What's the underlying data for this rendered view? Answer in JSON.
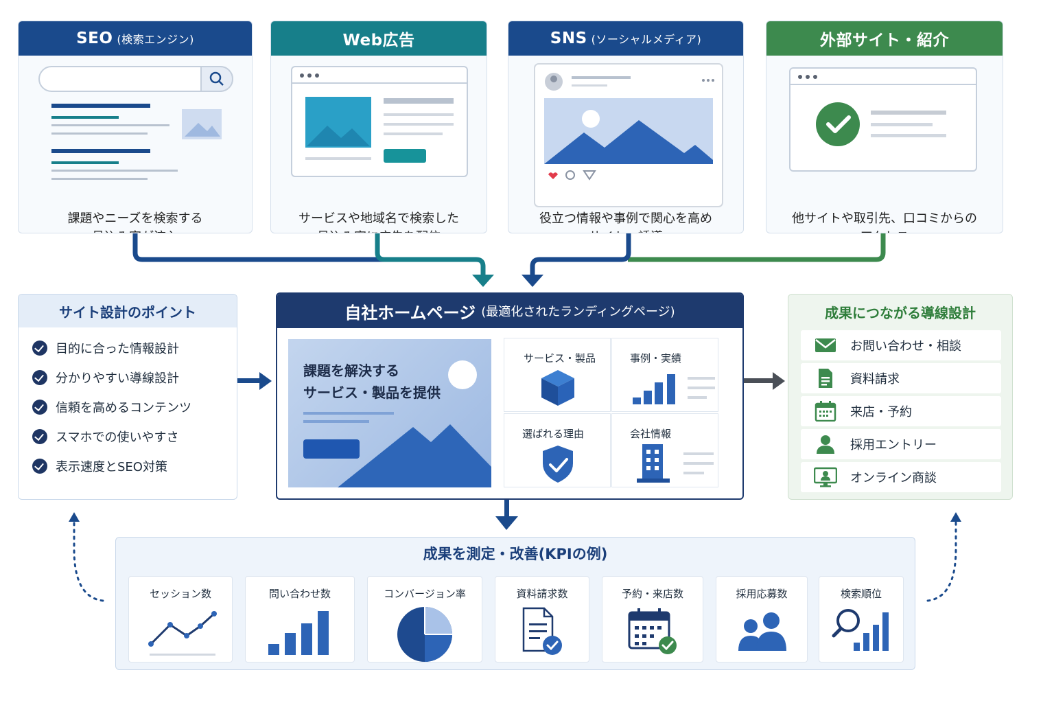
{
  "colors": {
    "seo": "#1a4a8c",
    "web_ad": "#177f8a",
    "sns": "#1a4a8c",
    "external": "#3d8a4e",
    "navy": "#1e3a6e",
    "green": "#2e7d3a"
  },
  "sources": [
    {
      "title": "SEO",
      "subtitle": "(検索エンジン)",
      "desc_line1": "課題やニーズを検索する",
      "desc_line2": "見込み客が流入",
      "icon": "search-results-illustration"
    },
    {
      "title": "Web広告",
      "subtitle": "",
      "desc_line1": "サービスや地域名で検索した",
      "desc_line2": "見込み客に広告を配信",
      "icon": "browser-ad-illustration"
    },
    {
      "title": "SNS",
      "subtitle": "(ソーシャルメディア)",
      "desc_line1": "役立つ情報や事例で関心を高め",
      "desc_line2": "サイトへ誘導",
      "icon": "social-post-illustration"
    },
    {
      "title": "外部サイト・紹介",
      "subtitle": "",
      "desc_line1": "他サイトや取引先、口コミからの",
      "desc_line2": "アクセス",
      "icon": "verified-site-illustration"
    }
  ],
  "site_points": {
    "title": "サイト設計のポイント",
    "items": [
      "目的に合った情報設計",
      "分かりやすい導線設計",
      "信頼を高めるコンテンツ",
      "スマホでの使いやすさ",
      "表示速度とSEO対策"
    ]
  },
  "homepage": {
    "title": "自社ホームページ",
    "subtitle": "(最適化されたランディングページ)",
    "hero_line1": "課題を解決する",
    "hero_line2": "サービス・製品を提供",
    "cells": [
      {
        "label": "サービス・製品",
        "icon": "cube-icon"
      },
      {
        "label": "事例・実績",
        "icon": "bar-chart-icon"
      },
      {
        "label": "選ばれる理由",
        "icon": "shield-check-icon"
      },
      {
        "label": "会社情報",
        "icon": "building-icon"
      }
    ]
  },
  "outcomes": {
    "title": "成果につながる導線設計",
    "items": [
      {
        "label": "お問い合わせ・相談",
        "icon": "mail-icon"
      },
      {
        "label": "資料請求",
        "icon": "document-icon"
      },
      {
        "label": "来店・予約",
        "icon": "calendar-icon"
      },
      {
        "label": "採用エントリー",
        "icon": "person-icon"
      },
      {
        "label": "オンライン商談",
        "icon": "monitor-person-icon"
      }
    ]
  },
  "kpi": {
    "title": "成果を測定・改善(KPIの例)",
    "items": [
      {
        "label": "セッション数",
        "icon": "line-chart-icon"
      },
      {
        "label": "問い合わせ数",
        "icon": "bar-chart-icon"
      },
      {
        "label": "コンバージョン率",
        "icon": "pie-chart-icon"
      },
      {
        "label": "資料請求数",
        "icon": "document-check-icon"
      },
      {
        "label": "予約・来店数",
        "icon": "calendar-check-icon"
      },
      {
        "label": "採用応募数",
        "icon": "people-icon"
      },
      {
        "label": "検索順位",
        "icon": "search-rank-icon"
      }
    ]
  }
}
